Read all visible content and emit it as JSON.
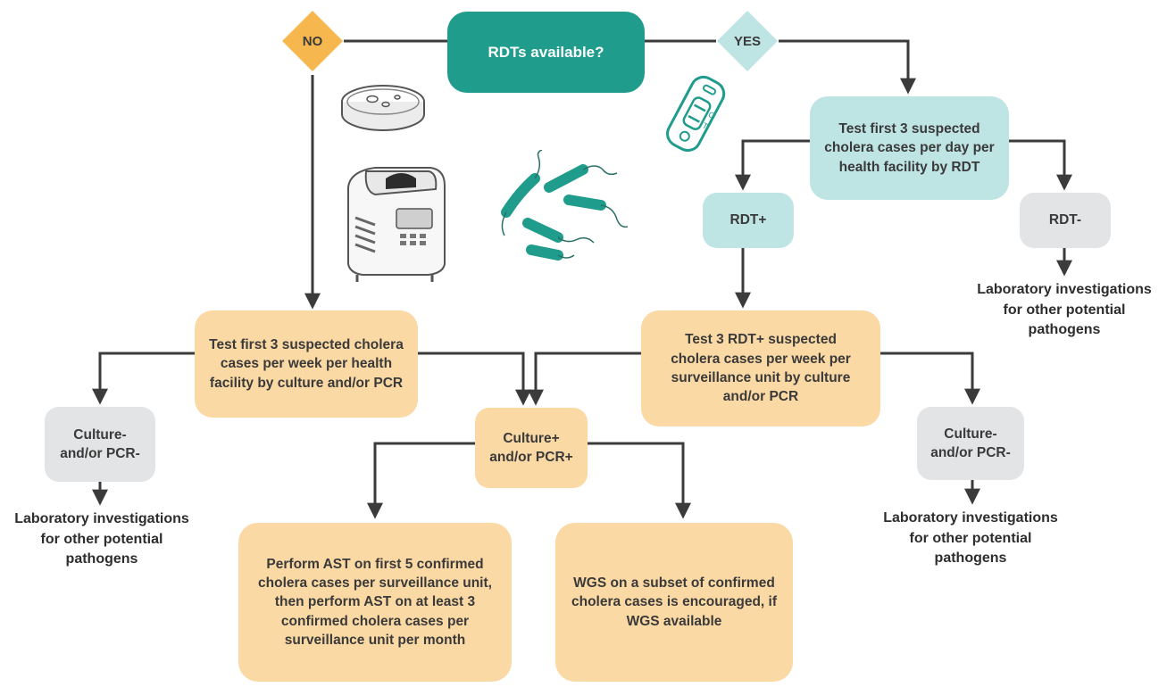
{
  "decision": {
    "question": "RDTs available?",
    "no_label": "NO",
    "yes_label": "YES"
  },
  "rdt_branch": {
    "test_box": "Test first 3 suspected\ncholera cases per day per\nhealth facility by RDT",
    "rdt_positive": "RDT+",
    "rdt_negative": "RDT-",
    "rdt_negative_note": "Laboratory investigations\nfor other potential\npathogens",
    "followup_test": "Test 3 RDT+ suspected\ncholera cases per week per\nsurveillance unit by culture\nand/or PCR",
    "right_negative": "Culture-\nand/or PCR-",
    "right_negative_note": "Laboratory investigations\nfor other potential\npathogens"
  },
  "no_rdt_branch": {
    "test_box": "Test first 3 suspected cholera\ncases per week per health\nfacility by culture and/or PCR",
    "left_negative": "Culture-\nand/or PCR-",
    "left_negative_note": "Laboratory investigations\nfor other potential\npathogens"
  },
  "confirmed": {
    "positive": "Culture+\nand/or PCR+",
    "ast_box": "Perform AST on first 5 confirmed\ncholera cases per surveillance unit,\nthen perform AST on at least 3\nconfirmed cholera cases per\nsurveillance unit per month",
    "wgs_box": "WGS on a subset of confirmed\ncholera cases is encouraged, if\nWGS available"
  },
  "colors": {
    "dark_teal": "#1f9c8c",
    "light_teal": "#bfe4e4",
    "peach": "#fbd9a4",
    "grey": "#e3e4e6",
    "no_diamond": "#f6b84e",
    "yes_diamond": "#bfe4e4",
    "arrow": "#3b3b3b"
  },
  "illustrations": [
    "petri-dish-icon",
    "pcr-machine-icon",
    "bacteria-icon",
    "rdt-cassette-icon"
  ]
}
